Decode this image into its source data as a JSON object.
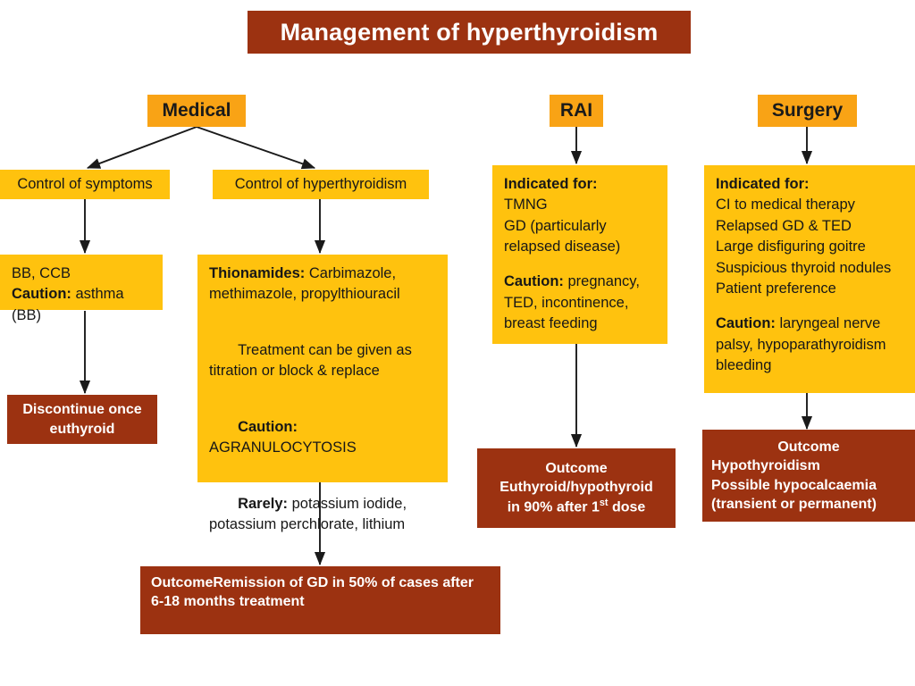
{
  "title": "Management of hyperthyroidism",
  "colors": {
    "dark_brown": "#9c3211",
    "header_orange": "#f9a315",
    "box_yellow": "#ffc20e",
    "text_dark": "#171717",
    "text_light": "#ffffff",
    "arrow": "#1a1a1a"
  },
  "columns": {
    "medical": {
      "header": "Medical",
      "branch_symptoms": {
        "step1": "Control of symptoms",
        "step2_line1": "BB, CCB",
        "step2_caution_label": "Caution:",
        "step2_caution_text": " asthma (BB)",
        "outcome_line1": "Discontinue once",
        "outcome_line2": "euthyroid"
      },
      "branch_hyperthyroidism": {
        "step1": "Control of hyperthyroidism",
        "thionamides_label": "Thionamides:",
        "thionamides_text": " Carbimazole, methimazole, propylthiouracil",
        "treatment_text": "Treatment can be given as titration or block & replace",
        "caution_label": "Caution:",
        "caution_text": " AGRANULOCYTOSIS",
        "rarely_label": "Rarely:",
        "rarely_text": " potassium iodide, potassium perchlorate, lithium"
      },
      "outcome": {
        "title": "Outcome",
        "body": "Remission of GD in 50% of cases after 6-18 months treatment"
      }
    },
    "rai": {
      "header": "RAI",
      "indications_label": "Indicated for:",
      "indications": [
        "TMNG",
        "GD (particularly",
        "relapsed disease)"
      ],
      "caution_label": "Caution:",
      "caution_text": " pregnancy, TED, incontinence, breast feeding",
      "outcome": {
        "title": "Outcome",
        "line1": "Euthyroid/hypothyroid",
        "line2_pre": "in 90% after 1",
        "line2_sup": "st",
        "line2_post": " dose"
      }
    },
    "surgery": {
      "header": "Surgery",
      "indications_label": "Indicated for:",
      "indications": [
        "CI to medical therapy",
        "Relapsed GD & TED",
        "Large disfiguring goitre",
        "Suspicious thyroid nodules",
        "Patient preference"
      ],
      "caution_label": "Caution:",
      "caution_text": " laryngeal nerve palsy, hypoparathyroidism bleeding",
      "outcome": {
        "title": "Outcome",
        "line1": "Hypothyroidism",
        "line2": "Possible hypocalcaemia",
        "line3": "(transient or permanent)"
      }
    }
  }
}
